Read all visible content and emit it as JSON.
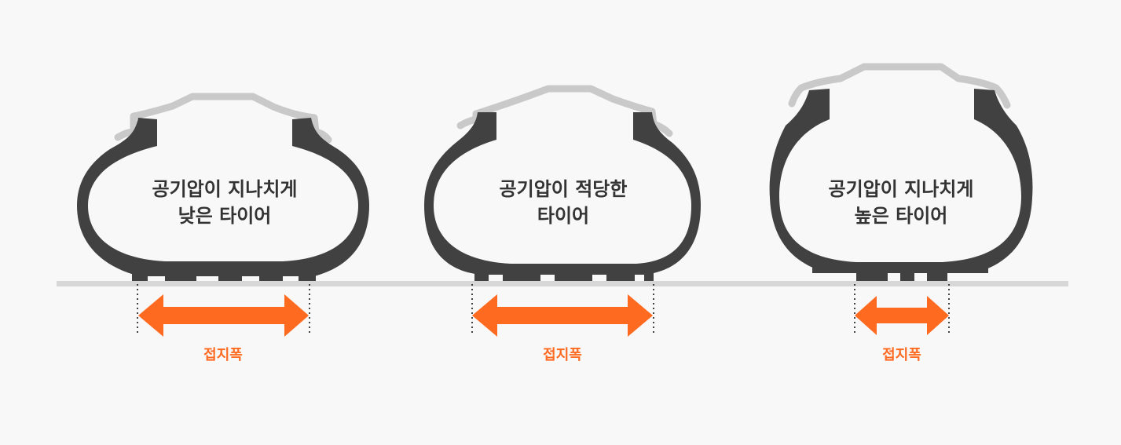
{
  "colors": {
    "background": "#f8f8f8",
    "tire": "#414141",
    "rim": "#c9c9c9",
    "ground": "#d7d7d7",
    "arrow": "#ff6a21",
    "label_text": "#333333"
  },
  "tires": [
    {
      "line1": "공기압이 지나치게",
      "line2": "낮은 타이어",
      "contact_label": "접지폭"
    },
    {
      "line1": "공기압이 적당한",
      "line2": "타이어",
      "contact_label": "접지폭"
    },
    {
      "line1": "공기압이 지나치게",
      "line2": "높은 타이어",
      "contact_label": "접지폭"
    }
  ]
}
